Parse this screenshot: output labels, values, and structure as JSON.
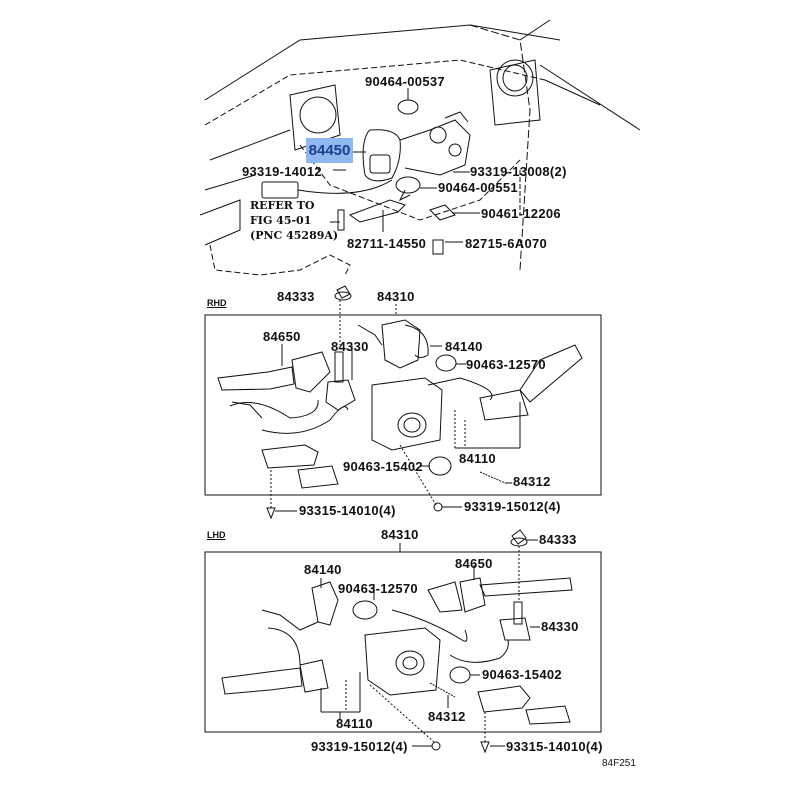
{
  "diagram": {
    "figure_code": "84F251",
    "highlighted_part": "84450",
    "highlight_color": "#8fb8f0",
    "top_section": {
      "labels": {
        "p90464_00537": "90464-00537",
        "p84450": "84450",
        "p93319_14012": "93319-14012",
        "p93319_13008": "93319-13008(2)",
        "p90464_00551": "90464-00551",
        "p90461_12206": "90461-12206",
        "p82711_14550": "82711-14550",
        "p82715_6a070": "82715-6A070"
      },
      "reference_note": [
        "REFER TO",
        "FIG 45-01",
        "(PNC 45289A)"
      ]
    },
    "rhd_section": {
      "tag": "RHD",
      "labels": {
        "p84333": "84333",
        "p84310": "84310",
        "p84650": "84650",
        "p84330": "84330",
        "p84140": "84140",
        "p90463_12570": "90463-12570",
        "p90463_15402": "90463-15402",
        "p84110": "84110",
        "p84312": "84312",
        "p93319_15012": "93319-15012(4)",
        "p93315_14010": "93315-14010(4)"
      }
    },
    "lhd_section": {
      "tag": "LHD",
      "labels": {
        "p84310": "84310",
        "p84333": "84333",
        "p84140": "84140",
        "p90463_12570": "90463-12570",
        "p84650": "84650",
        "p84330": "84330",
        "p90463_15402": "90463-15402",
        "p84312": "84312",
        "p84110": "84110",
        "p93319_15012": "93319-15012(4)",
        "p93315_14010": "93315-14010(4)"
      }
    }
  }
}
